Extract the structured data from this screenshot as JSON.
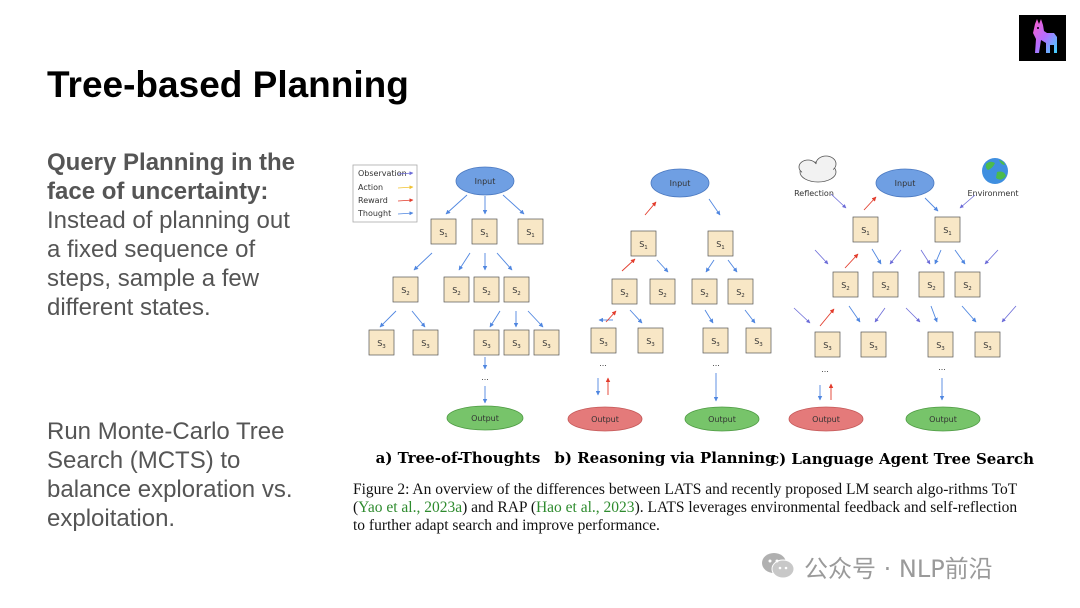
{
  "slide": {
    "title": "Tree-based Planning",
    "para1_bold": "Query Planning in the face of uncertainty:",
    "para1_rest": " Instead of planning out a fixed sequence of steps, sample a few different states.",
    "para2": "Run Monte-Carlo Tree Search (MCTS) to balance exploration vs. exploitation."
  },
  "legend": {
    "observation": "Observation",
    "action": "Action",
    "reward": "Reward",
    "thought": "Thought"
  },
  "diagram": {
    "input": "Input",
    "output": "Output",
    "s1": "S",
    "s2": "S",
    "s3": "S",
    "ellipsis": "...",
    "reflection": "Reflection",
    "environment": "Environment",
    "caption_a": "a) Tree-of-Thoughts",
    "caption_b": "b) Reasoning via Planning",
    "caption_c": "c) Language Agent Tree Search"
  },
  "figure_caption": {
    "text1": "Figure 2: An overview of the differences between LATS and recently proposed LM search algo-rithms ToT (",
    "ref1": "Yao et al., 2023a",
    "text2": ") and RAP (",
    "ref2": "Hao et al., 2023",
    "text3": "). LATS leverages environmental feedback and self-reflection to further adapt search and improve performance."
  },
  "watermark": {
    "text": "公众号 · NLP前沿",
    "icon": "wechat-icon"
  },
  "logo": {
    "icon": "llama-logo-icon"
  },
  "colors": {
    "input_fill": "#6f9fe3",
    "output_green": "#77c46a",
    "output_red": "#e47a7a",
    "node_fill": "#f8e7c6",
    "arrow_blue": "#4f86e0",
    "arrow_red": "#e23b2b",
    "arrow_yellow": "#f0c230"
  }
}
